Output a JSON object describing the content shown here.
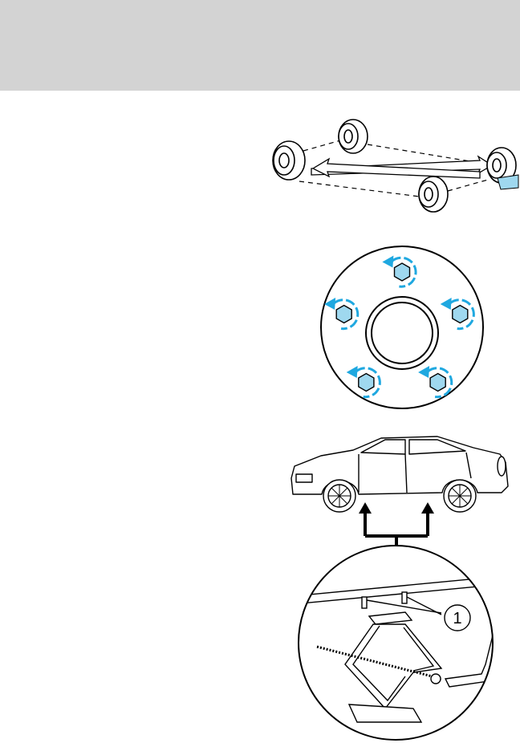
{
  "illustrations": {
    "tire_rotation": {
      "icon": "tire-rotation-diagram"
    },
    "lug_nuts": {
      "icon": "lug-nut-loosening-diagram",
      "arrow_color": "#1fa8e0",
      "nut_fill": "#9fd8ef"
    },
    "car_lift_points": {
      "icon": "car-lift-points-diagram"
    },
    "jack": {
      "icon": "scissor-jack-diagram",
      "callout": "1"
    }
  },
  "colors": {
    "header": "#d3d3d3",
    "accent_blue": "#1fa8e0"
  }
}
